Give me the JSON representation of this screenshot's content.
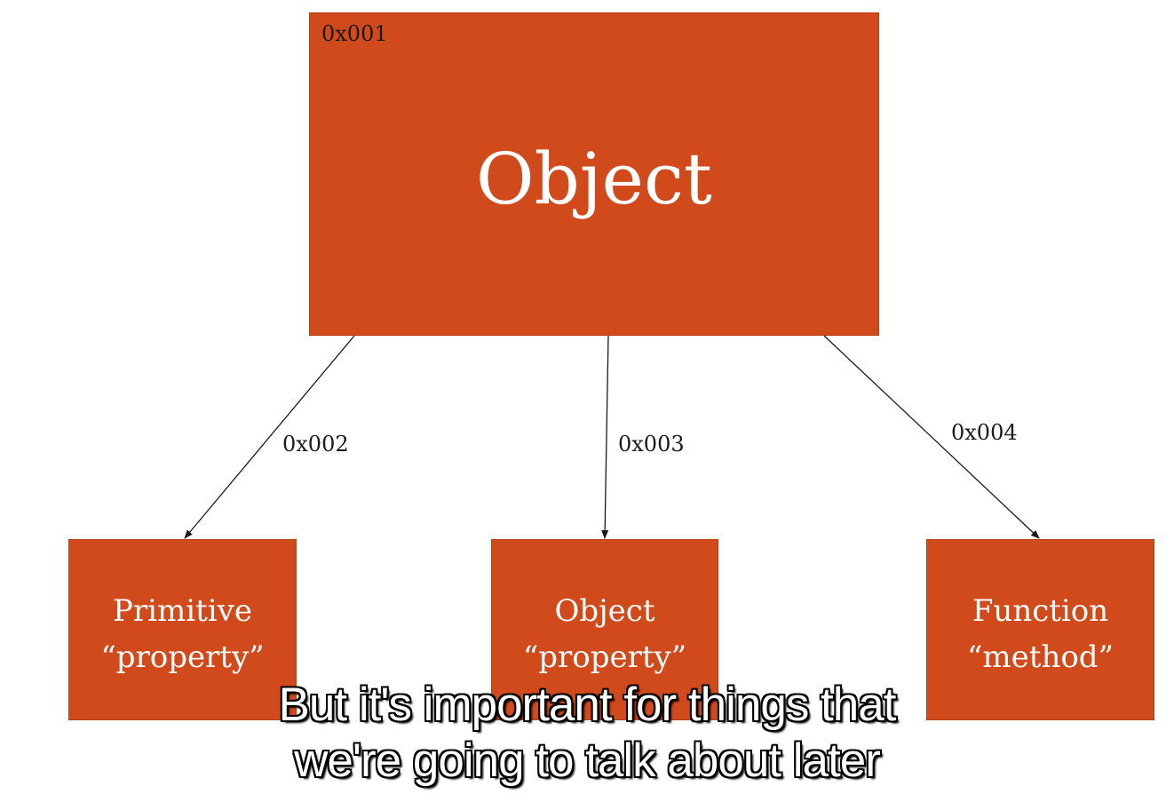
{
  "root": {
    "address": "0x001",
    "title": "Object"
  },
  "edges": [
    {
      "address": "0x002"
    },
    {
      "address": "0x003"
    },
    {
      "address": "0x004"
    }
  ],
  "children": [
    {
      "line1": "Primitive",
      "line2": "“property”"
    },
    {
      "line1": "Object",
      "line2": "“property”"
    },
    {
      "line1": "Function",
      "line2": "“method”"
    }
  ],
  "subtitle": {
    "line1": "But it's important for things that",
    "line2": "we're going to talk about later"
  },
  "colors": {
    "box_fill": "#d04a1c",
    "box_text": "#ffffff",
    "label_text": "#1a1a1a",
    "arrow": "#1a1a1a"
  }
}
